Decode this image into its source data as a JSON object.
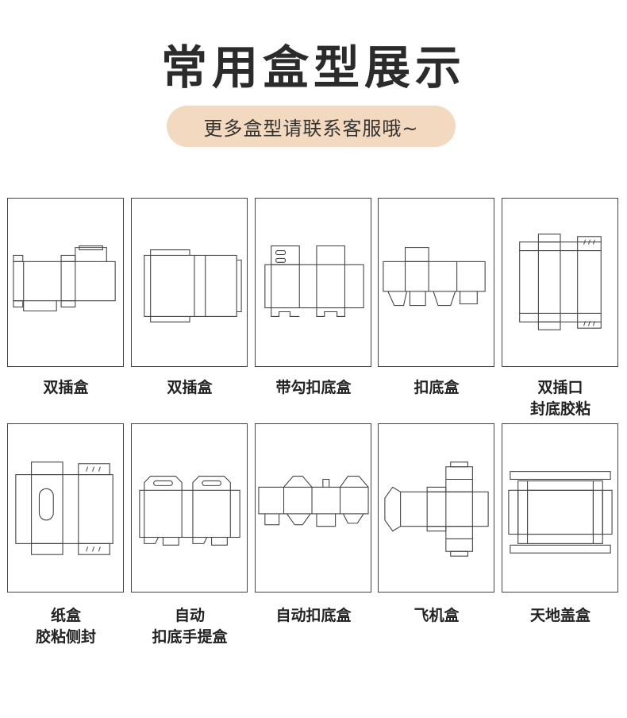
{
  "header": {
    "title": "常用盒型展示",
    "subtitle": "更多盒型请联系客服哦~"
  },
  "boxes": [
    {
      "line1": "双插盒",
      "line2": "",
      "icon": "double-tuck-box-dieline"
    },
    {
      "line1": "双插盒",
      "line2": "",
      "icon": "double-tuck-box-dieline"
    },
    {
      "line1": "带勾扣底盒",
      "line2": "",
      "icon": "hook-lock-bottom-box-dieline"
    },
    {
      "line1": "扣底盒",
      "line2": "",
      "icon": "lock-bottom-box-dieline"
    },
    {
      "line1": "双插口",
      "line2": "封底胶粘",
      "icon": "tuck-top-glued-bottom-dieline"
    },
    {
      "line1": "纸盒",
      "line2": "胶粘侧封",
      "icon": "glued-side-carton-dieline"
    },
    {
      "line1": "自动",
      "line2": "扣底手提盒",
      "icon": "auto-bottom-handle-box-dieline"
    },
    {
      "line1": "自动扣底盒",
      "line2": "",
      "icon": "auto-lock-bottom-box-dieline"
    },
    {
      "line1": "飞机盒",
      "line2": "",
      "icon": "mailer-box-dieline"
    },
    {
      "line1": "天地盖盒",
      "line2": "",
      "icon": "lid-and-base-box-dieline"
    }
  ]
}
